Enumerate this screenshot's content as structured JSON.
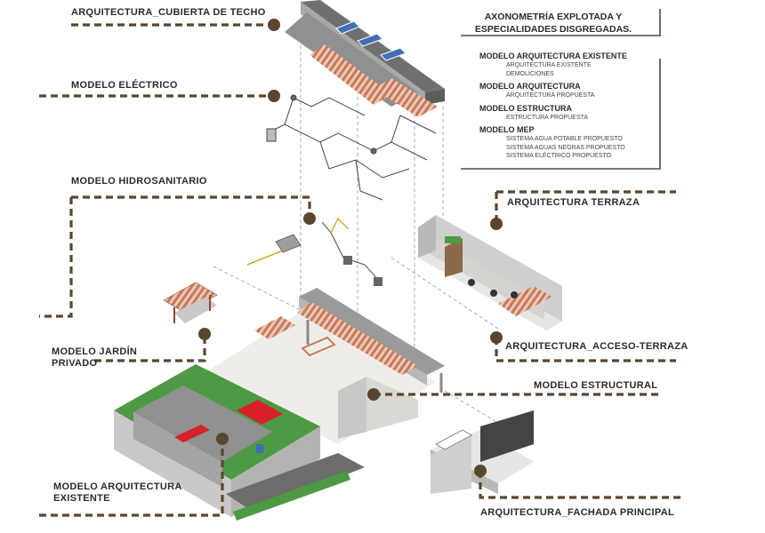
{
  "legend": {
    "title": "AXONOMETRÍA EXPLOTADA Y ESPECIALIDADES DISGREGADAS.",
    "groups": [
      {
        "heading": "MODELO ARQUITECTURA EXISTENTE",
        "items": [
          "ARQUITECTURA EXISTENTE",
          "DEMOLICIONES"
        ]
      },
      {
        "heading": "MODELO ARQUITECTURA",
        "items": [
          "ARQUITECTURA PROPUESTA"
        ]
      },
      {
        "heading": "MODELO ESTRUCTURA",
        "items": [
          "ESTRUCTURA PROPUESTA"
        ]
      },
      {
        "heading": "MODELO MEP",
        "items": [
          "SISTEMA AGUA POTABLE PROPUESTO",
          "SISTEMA AGUAS NEGRAS PROPUESTO",
          "SISTEMA ELÉCTRICO PROPUESTO"
        ]
      }
    ]
  },
  "labels": {
    "cubierta": "ARQUITECTURA_CUBIERTA DE TECHO",
    "electrico": "MODELO ELÉCTRICO",
    "hidrosanitario": "MODELO HIDROSANITARIO",
    "terraza": "ARQUITECTURA TERRAZA",
    "jardin": "MODELO JARDÍN PRIVADO",
    "acceso_terraza": "ARQUITECTURA_ACCESO-TERRAZA",
    "estructural": "MODELO ESTRUCTURAL",
    "existente": "MODELO ARQUITECTURA EXISTENTE",
    "fachada": "ARQUITECTURA_FACHADA PRINCIPAL"
  },
  "colors": {
    "leader": "#5a4630",
    "dot": "#5a4630",
    "timber": "#c9785a",
    "roof": "#8f9190",
    "grass": "#4e9a44",
    "accent_red": "#d8202a",
    "window": "#3f6fb5",
    "slab": "#efede9"
  }
}
